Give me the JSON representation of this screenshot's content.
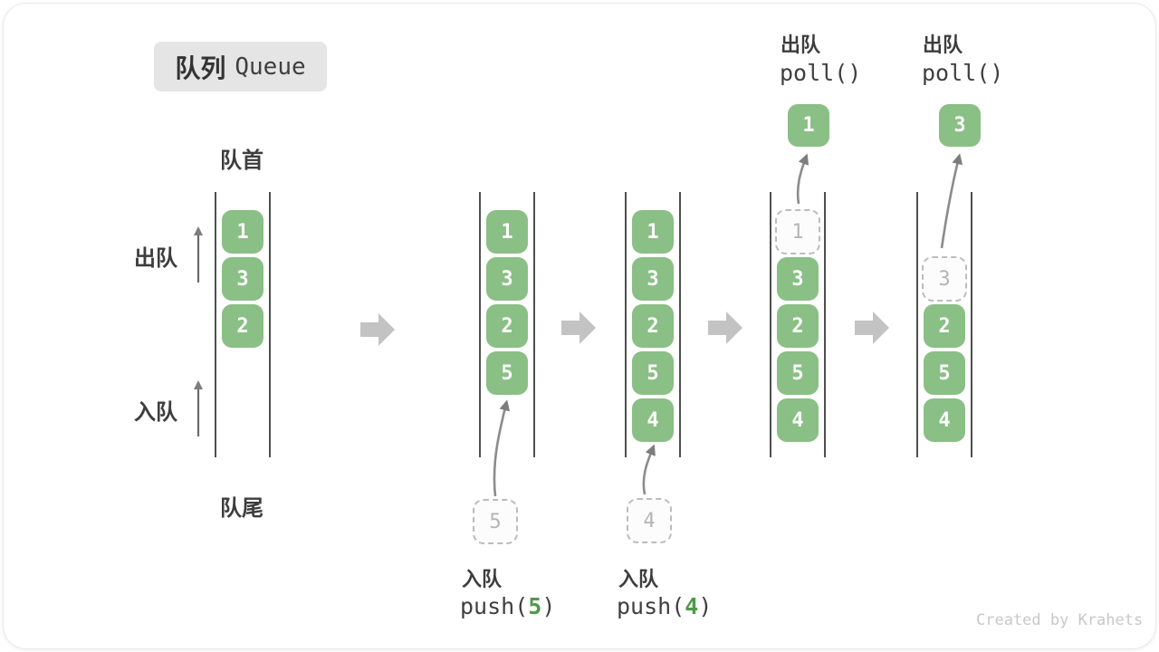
{
  "title": {
    "zh": "队列",
    "en": "Queue"
  },
  "side_labels": {
    "front": "队首",
    "rear": "队尾",
    "dequeue": "出队",
    "enqueue": "入队"
  },
  "states": [
    {
      "cells": [
        "1",
        "3",
        "2"
      ]
    },
    {
      "cells": [
        "1",
        "3",
        "2",
        "5"
      ],
      "incoming": "5",
      "op": {
        "zh": "入队",
        "fn": "push(",
        "arg": "5",
        "close": ")"
      }
    },
    {
      "cells": [
        "1",
        "3",
        "2",
        "5",
        "4"
      ],
      "incoming": "4",
      "op": {
        "zh": "入队",
        "fn": "push(",
        "arg": "4",
        "close": ")"
      }
    },
    {
      "cells": [
        "3",
        "2",
        "5",
        "4"
      ],
      "removed": "1",
      "out": "1",
      "op": {
        "zh": "出队",
        "fn": "poll()"
      }
    },
    {
      "cells": [
        "2",
        "5",
        "4"
      ],
      "removed": "3",
      "out": "3",
      "op": {
        "zh": "出队",
        "fn": "poll()"
      }
    }
  ],
  "watermark": "Created by Krahets",
  "colors": {
    "cell_green": "#8ABF85",
    "arg_green": "#4F9A49",
    "badge_bg": "#e5e5e5",
    "dark_text": "#3d3d3d",
    "wall_gray": "#4f4f4f",
    "step_arrow_gray": "#c3c3c3",
    "ghost_gray": "#bcbcbc",
    "watermark_gray": "#c8c8c8"
  }
}
